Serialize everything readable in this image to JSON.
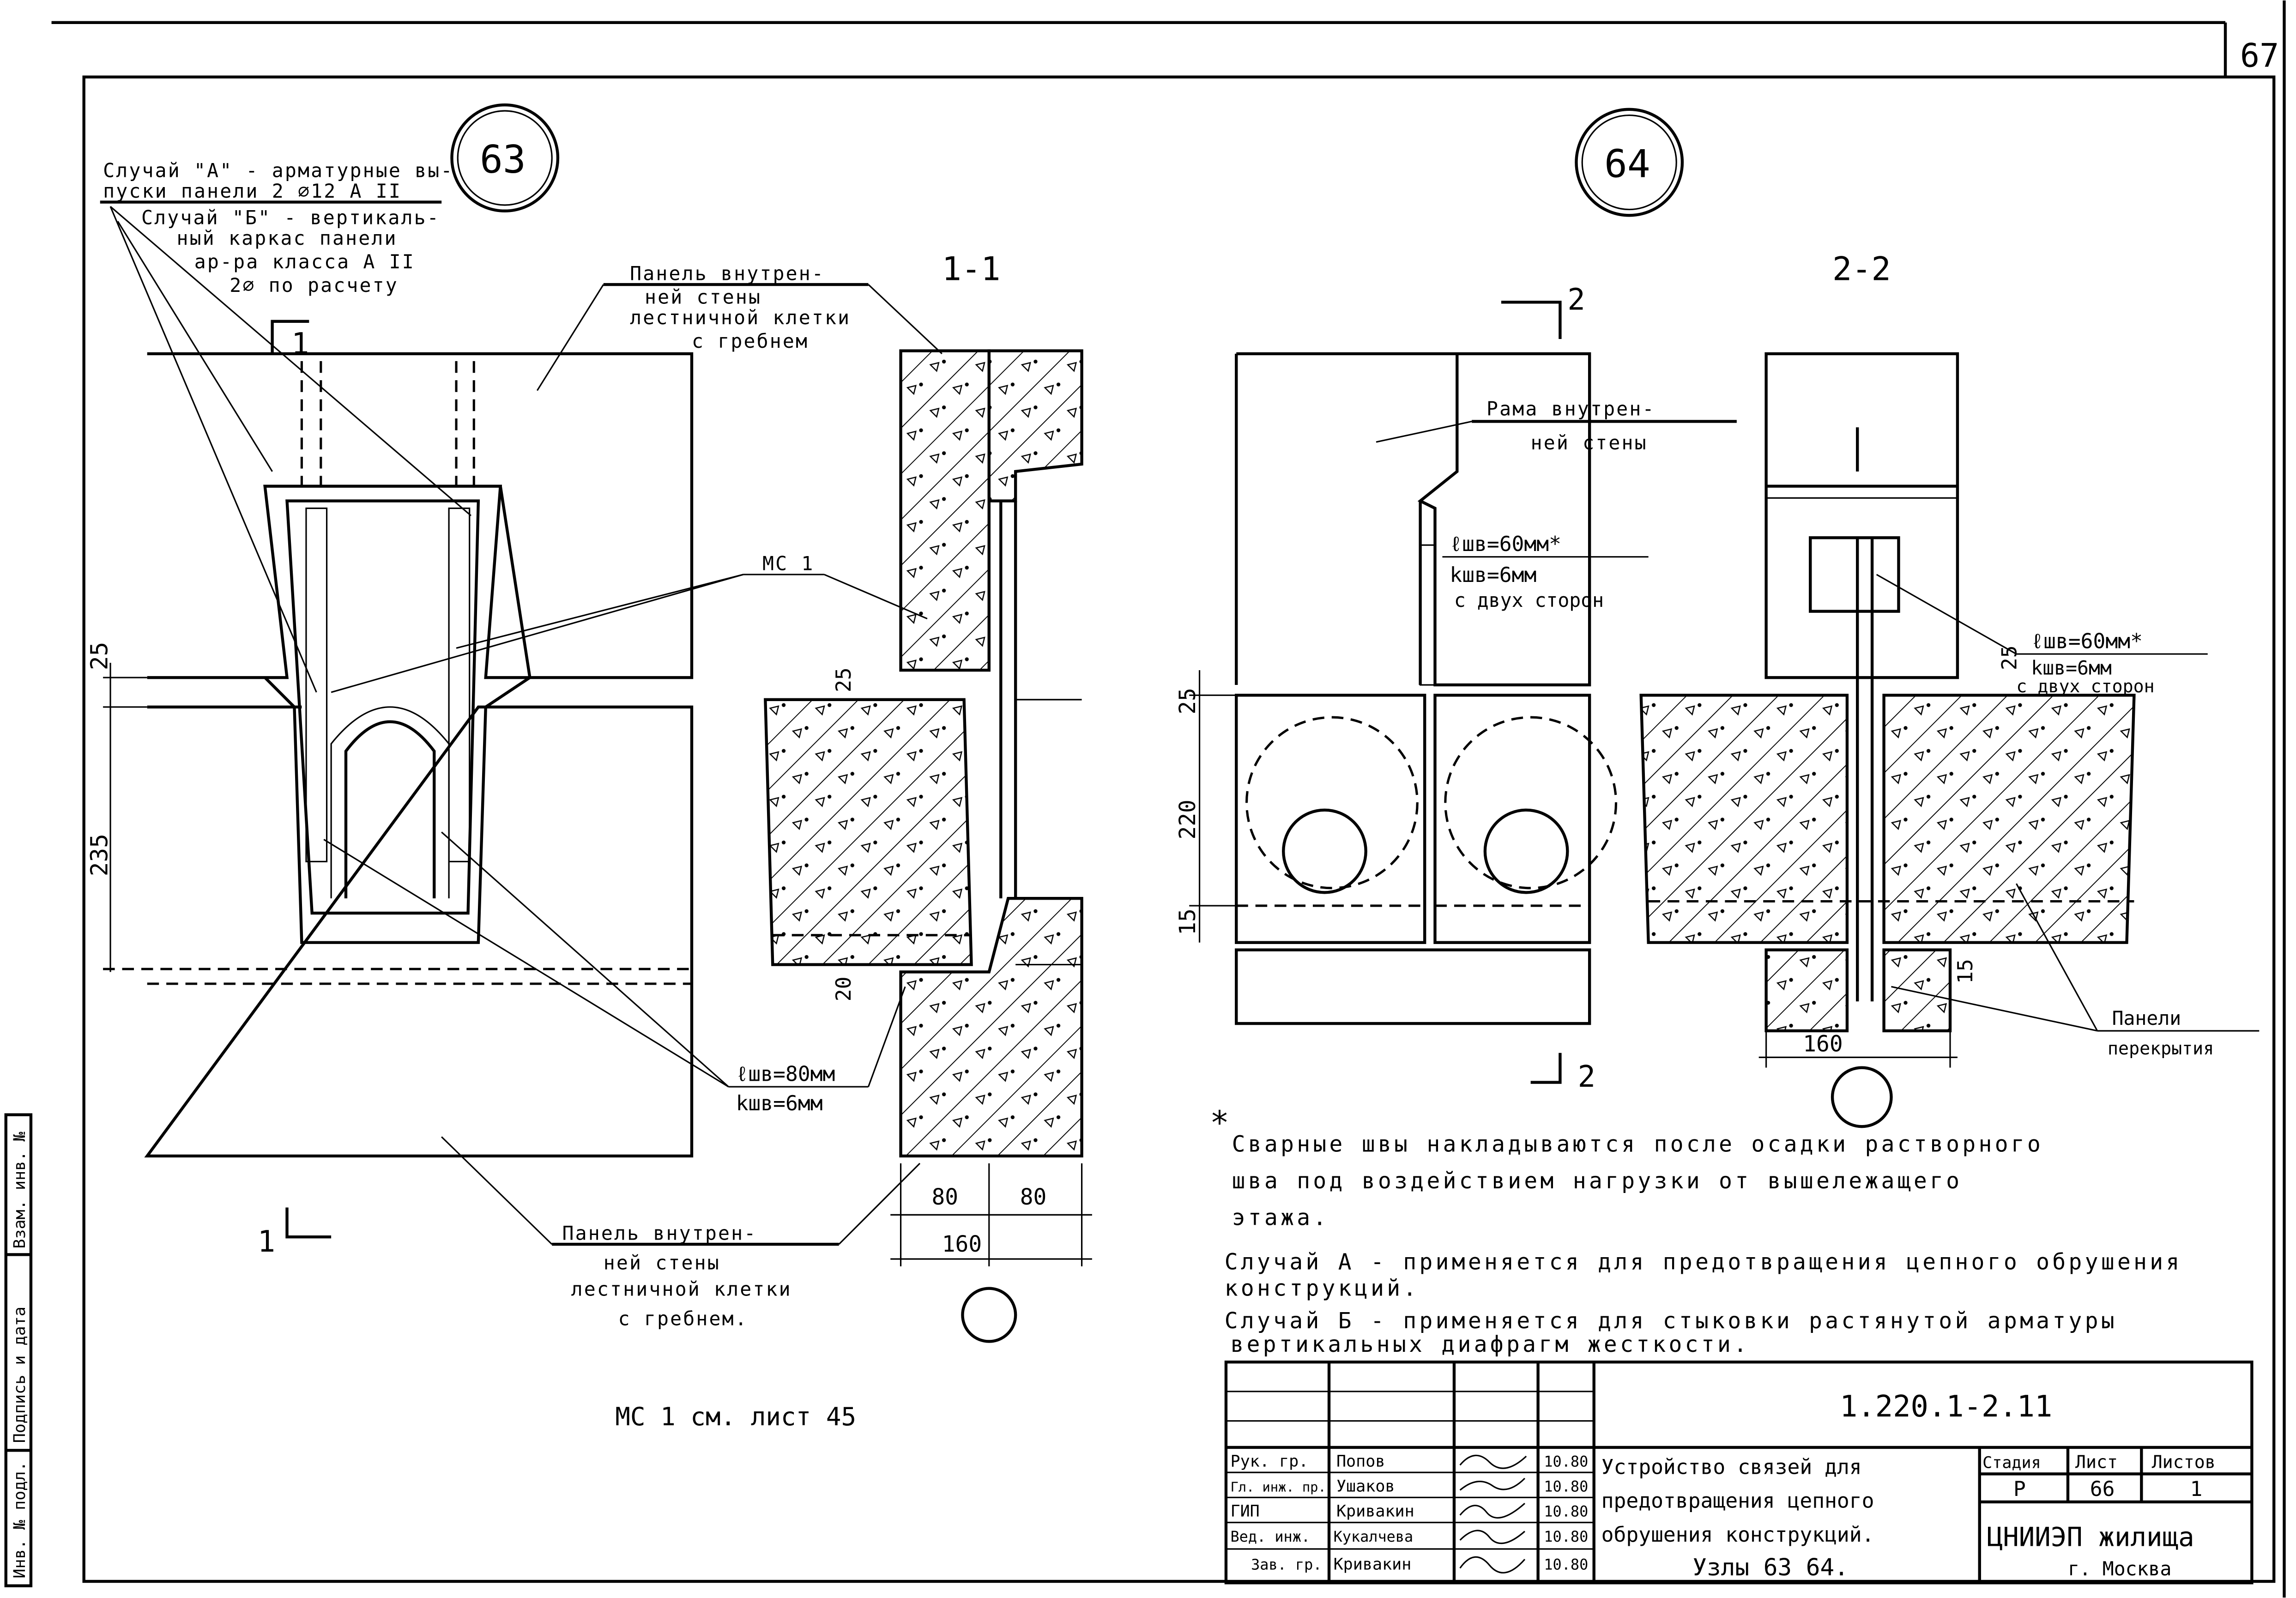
{
  "sheet_number": "67",
  "left_strip": {
    "replace_inv": "Взам. инв. №",
    "signature_date": "Подпись и дата",
    "inv_original": "Инв. № подл."
  },
  "node63": {
    "number": "63",
    "note_a": [
      "Случай \"А\" - арматурные вы-",
      "пуски панели 2 ⌀12 А II"
    ],
    "note_b": [
      "Случай \"Б\" - вертикаль-",
      "ный каркас панели",
      "ар-ра класса А II",
      "2⌀ по расчету"
    ],
    "panel_top": [
      "Панель внутрен-",
      "ней стены",
      "лестничной клетки",
      "с гребнем"
    ],
    "panel_bottom": [
      "Панель внутрен-",
      "ней стены",
      "лестничной клетки",
      "с гребнем."
    ],
    "mc_label": "МС 1",
    "weld": [
      "ℓшв=80мм",
      "kшв=6мм"
    ],
    "dims": [
      "25",
      "235"
    ],
    "section_mark": "1",
    "mc_ref": "МС 1 см. лист 45"
  },
  "section11": {
    "label": "1-1",
    "dims": [
      "25",
      "20",
      "80",
      "80",
      "160"
    ]
  },
  "node64": {
    "number": "64",
    "section_mark": "2",
    "frame_label": [
      "Рама внутрен-",
      "ней стены"
    ],
    "weld": [
      "ℓшв=60мм*",
      "kшв=6мм",
      "с двух сторон"
    ],
    "dims": [
      "25",
      "220",
      "15"
    ]
  },
  "section22": {
    "label": "2-2",
    "weld": [
      "ℓшв=60мм*",
      "kшв=6мм",
      "с двух сторон"
    ],
    "dims": [
      "25",
      "15",
      "160"
    ],
    "slab_label": [
      "Панели",
      "перекрытия"
    ]
  },
  "notes": {
    "asterisk": "*",
    "lines": [
      "Сварные швы накладываются после осадки растворного",
      "шва под воздействием нагрузки от вышележащего",
      "этажа."
    ],
    "case_a": [
      "Случай А - применяется для предотвращения цепного обрушения",
      "конструкций."
    ],
    "case_b": [
      "Случай Б - применяется для стыковки растянутой арматуры",
      "вертикальных диафрагм жесткости."
    ]
  },
  "title_block": {
    "doc_code": "1.220.1-2.11",
    "staff": [
      {
        "role": "Рук. гр.",
        "name": "Попов",
        "date": "10.80"
      },
      {
        "role": "Гл. инж. пр.",
        "name": "Ушаков",
        "date": "10.80"
      },
      {
        "role": "ГИП",
        "name": "Кривакин",
        "date": "10.80"
      },
      {
        "role": "Вед. инж.",
        "name": "Кукалчева",
        "date": "10.80"
      },
      {
        "role": "Зав. гр.",
        "name": "Кривакин",
        "date": "10.80"
      }
    ],
    "title": [
      "Устройство связей для",
      "предотвращения цепного",
      "обрушения конструкций.",
      "Узлы 63 64."
    ],
    "stage_header": "Стадия",
    "sheet_header": "Лист",
    "sheets_header": "Листов",
    "stage": "Р",
    "sheet": "66",
    "sheets": "1",
    "org": [
      "ЦНИИЭП жилища",
      "г. Москва"
    ]
  }
}
